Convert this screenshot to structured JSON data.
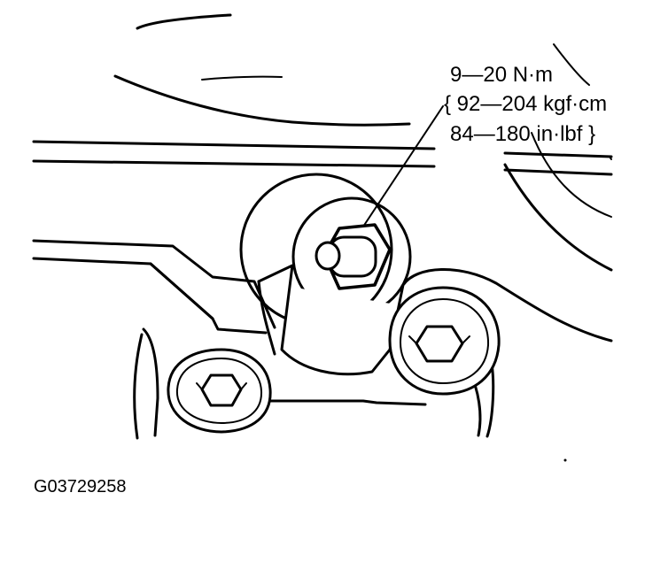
{
  "torque_spec": {
    "metric": "9—20 N·m",
    "kgf": "{ 92—204 kgf·cm",
    "imperial": "84—180 in·lbf }"
  },
  "figure_id": "G03729258"
}
